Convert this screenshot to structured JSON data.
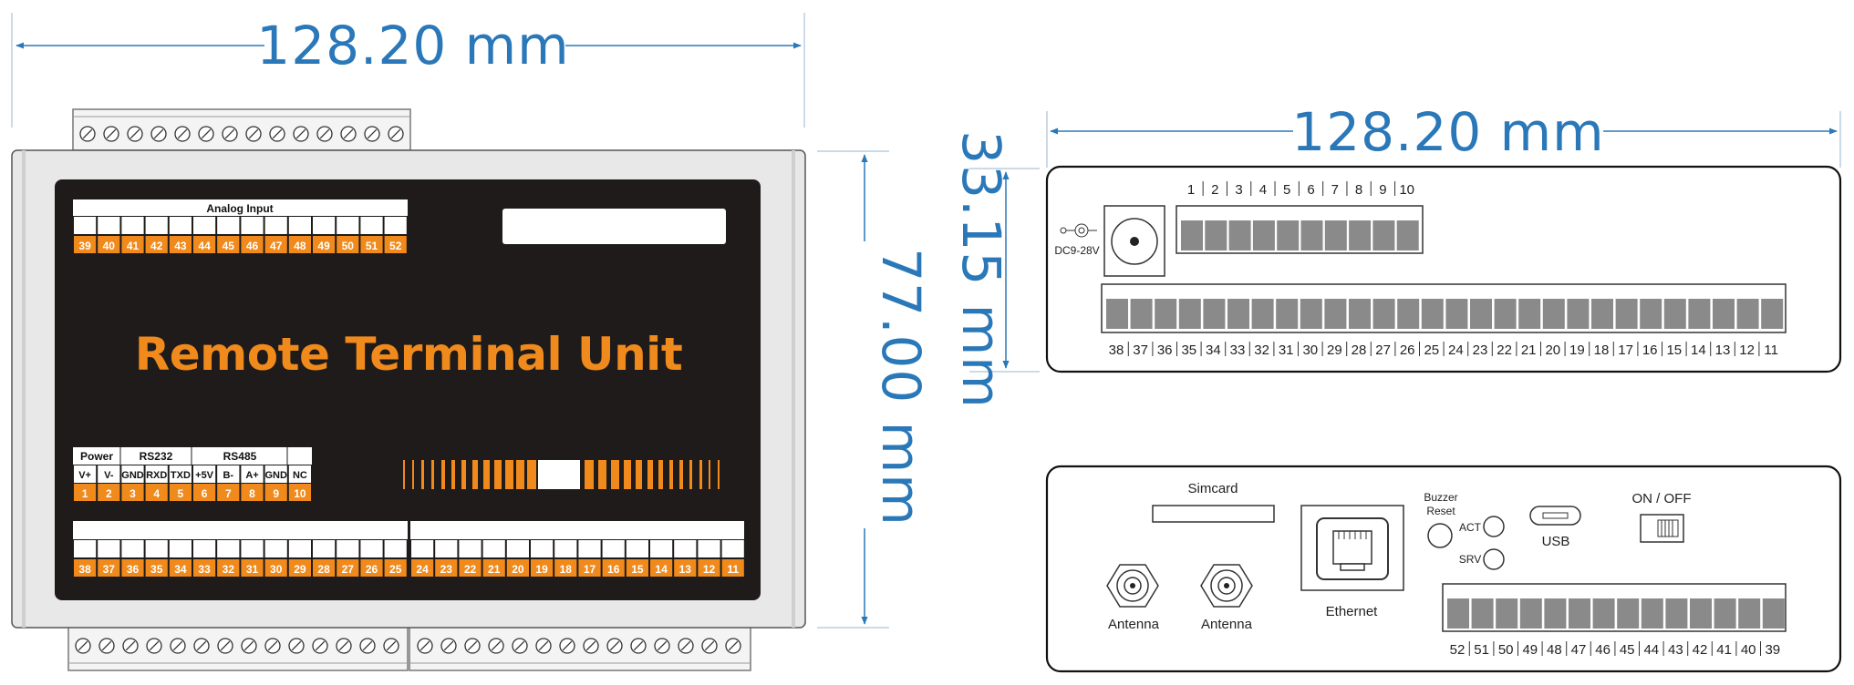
{
  "dimensions": {
    "front_width": "128.20 mm",
    "front_height": "77.00 mm",
    "side_width": "128.20 mm",
    "side_height": "33.15 mm"
  },
  "front_panel": {
    "title": "Remote Terminal Unit",
    "analog_header": "Analog Input",
    "analog_pins": [
      "39",
      "40",
      "41",
      "42",
      "43",
      "44",
      "45",
      "46",
      "47",
      "48",
      "49",
      "50",
      "51",
      "52"
    ],
    "power_header": "Power",
    "rs232_header": "RS232",
    "rs485_header": "RS485",
    "signal_labels": [
      "V+",
      "V-",
      "GND",
      "RXD",
      "TXD",
      "+5V",
      "B-",
      "A+",
      "GND",
      "NC"
    ],
    "signal_pins": [
      "1",
      "2",
      "3",
      "4",
      "5",
      "6",
      "7",
      "8",
      "9",
      "10"
    ],
    "bottom_left_pins": [
      "38",
      "37",
      "36",
      "35",
      "34",
      "33",
      "32",
      "31",
      "30",
      "29",
      "28",
      "27",
      "26",
      "25"
    ],
    "bottom_right_pins": [
      "24",
      "23",
      "22",
      "21",
      "20",
      "19",
      "18",
      "17",
      "16",
      "15",
      "14",
      "13",
      "12",
      "11"
    ]
  },
  "top_view": {
    "top_numbers": [
      "1",
      "2",
      "3",
      "4",
      "5",
      "6",
      "7",
      "8",
      "9",
      "10"
    ],
    "bottom_numbers": [
      "38",
      "37",
      "36",
      "35",
      "34",
      "33",
      "32",
      "31",
      "30",
      "29",
      "28",
      "27",
      "26",
      "25",
      "24",
      "23",
      "22",
      "21",
      "20",
      "19",
      "18",
      "17",
      "16",
      "15",
      "14",
      "13",
      "12",
      "11"
    ],
    "power_label": "DC9-28V"
  },
  "bottom_view": {
    "simcard": "Simcard",
    "buzzer": "Buzzer",
    "reset": "Reset",
    "act": "ACT",
    "srv": "SRV",
    "usb": "USB",
    "onoff": "ON / OFF",
    "antenna1": "Antenna",
    "antenna2": "Antenna",
    "ethernet": "Ethernet",
    "numbers": [
      "52",
      "51",
      "50",
      "49",
      "48",
      "47",
      "46",
      "45",
      "44",
      "43",
      "42",
      "41",
      "40",
      "39"
    ]
  },
  "colors": {
    "dimension_blue": "#2b78b9",
    "panel_black": "#1f1b1b",
    "accent_orange": "#f08a1c",
    "terminal_gray": "#8a8a8a"
  }
}
